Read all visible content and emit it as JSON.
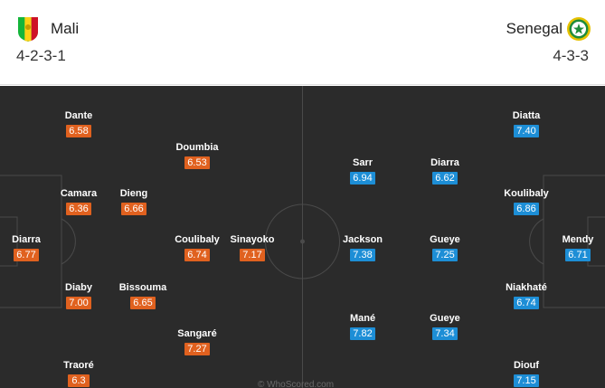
{
  "home": {
    "name": "Mali",
    "formation": "4-2-3-1",
    "flag_colors": [
      "#14b53a",
      "#fcd116",
      "#ce1126"
    ],
    "rating_color": "#e0611f"
  },
  "away": {
    "name": "Senegal",
    "formation": "4-3-3",
    "crest_colors": [
      "#e6c100",
      "#1f8c3b",
      "#ffffff"
    ],
    "rating_color": "#1d8ed6"
  },
  "players": {
    "home": [
      {
        "name": "Diarra",
        "rating": "6.77"
      },
      {
        "name": "Dante",
        "rating": "6.58"
      },
      {
        "name": "Camara",
        "rating": "6.36"
      },
      {
        "name": "Diaby",
        "rating": "7.00"
      },
      {
        "name": "Traoré",
        "rating": "6.3"
      },
      {
        "name": "Dieng",
        "rating": "6.66"
      },
      {
        "name": "Bissouma",
        "rating": "6.65"
      },
      {
        "name": "Doumbia",
        "rating": "6.53"
      },
      {
        "name": "Coulibaly",
        "rating": "6.74"
      },
      {
        "name": "Sangaré",
        "rating": "7.27"
      },
      {
        "name": "Sinayoko",
        "rating": "7.17"
      }
    ],
    "away": [
      {
        "name": "Mendy",
        "rating": "6.71"
      },
      {
        "name": "Diatta",
        "rating": "7.40"
      },
      {
        "name": "Koulibaly",
        "rating": "6.86"
      },
      {
        "name": "Niakhaté",
        "rating": "6.74"
      },
      {
        "name": "Diouf",
        "rating": "7.15"
      },
      {
        "name": "Diarra",
        "rating": "6.62"
      },
      {
        "name": "Gueye",
        "rating": "7.25"
      },
      {
        "name": "Gueye",
        "rating": "7.34"
      },
      {
        "name": "Sarr",
        "rating": "6.94"
      },
      {
        "name": "Jackson",
        "rating": "7.38"
      },
      {
        "name": "Mané",
        "rating": "7.82"
      }
    ]
  },
  "watermark": "© WhoScored.com"
}
